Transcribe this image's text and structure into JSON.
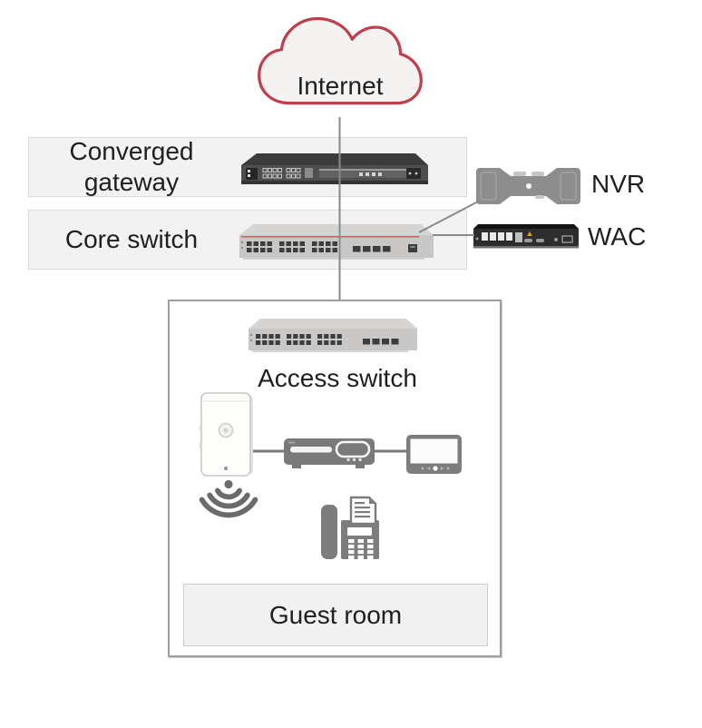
{
  "diagram": {
    "type": "network-topology",
    "cloud": {
      "label": "Internet",
      "border_color": "#bf404d",
      "fill": "#f4f3f2"
    },
    "rows": [
      {
        "id": "converged-gateway",
        "label": "Converged gateway",
        "device_icon": "router-device-icon"
      },
      {
        "id": "core-switch",
        "label": "Core switch",
        "device_icon": "switch-device-icon"
      }
    ],
    "side_devices": [
      {
        "id": "nvr",
        "label": "NVR",
        "device_icon": "nvr-device-icon"
      },
      {
        "id": "wac",
        "label": "WAC",
        "device_icon": "wac-device-icon"
      }
    ],
    "guest_area": {
      "switch_label": "Access switch",
      "room_label": "Guest room",
      "icons": [
        "wall-plate-ap-icon",
        "wifi-signal-icon",
        "set-top-box-icon",
        "tv-icon",
        "ip-phone-icon"
      ]
    },
    "connections": [
      "Internet - Converged gateway",
      "Converged gateway - Core switch",
      "Core switch - NVR",
      "Core switch - WAC",
      "Core switch - Access switch (guest room)",
      "AP - Set-top box",
      "Set-top box - TV"
    ],
    "colors": {
      "row_box_fill": "#f2f2f2",
      "row_box_border": "#dcdcdc",
      "guest_box_border": "#9f9f9f",
      "connector_line": "#8a8a8a",
      "icon_gray": "#7d7d7d",
      "text": "#1f1f1f",
      "switch_accent_red": "#c06a6a",
      "wac_accent_yellow": "#d7a021"
    }
  }
}
